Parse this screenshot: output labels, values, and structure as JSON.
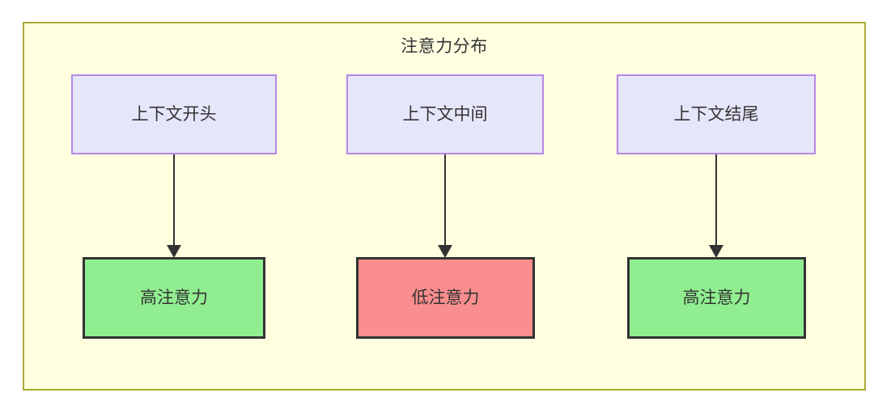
{
  "diagram": {
    "title": "注意力分布",
    "container": {
      "name": "attention-distribution-subgraph",
      "fill_color": "#ffffe0",
      "border_color": "#aaaa33"
    },
    "context_nodes": [
      {
        "id": "ctx-start",
        "label": "上下文开头",
        "fill_color": "#e6e6fa",
        "border_color": "#b388e8"
      },
      {
        "id": "ctx-middle",
        "label": "上下文中间",
        "fill_color": "#e6e6fa",
        "border_color": "#b388e8"
      },
      {
        "id": "ctx-end",
        "label": "上下文结尾",
        "fill_color": "#e6e6fa",
        "border_color": "#b388e8"
      }
    ],
    "attention_nodes": [
      {
        "id": "attn-start",
        "label": "高注意力",
        "level": "high",
        "fill_color": "#90ee90",
        "border_color": "#333333"
      },
      {
        "id": "attn-middle",
        "label": "低注意力",
        "level": "low",
        "fill_color": "#fa8e8e",
        "border_color": "#333333"
      },
      {
        "id": "attn-end",
        "label": "高注意力",
        "level": "high",
        "fill_color": "#90ee90",
        "border_color": "#333333"
      }
    ],
    "edges": [
      {
        "from": "ctx-start",
        "to": "attn-start",
        "label": "",
        "arrow": "solid-triangle"
      },
      {
        "from": "ctx-middle",
        "to": "attn-middle",
        "label": "",
        "arrow": "solid-triangle"
      },
      {
        "from": "ctx-end",
        "to": "attn-end",
        "label": "",
        "arrow": "solid-triangle"
      }
    ]
  }
}
